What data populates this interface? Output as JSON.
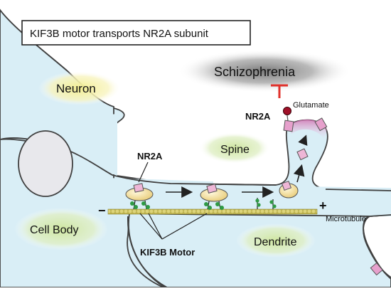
{
  "title": "KIF3B motor transports NR2A subunit",
  "labels": {
    "neuron": "Neuron",
    "schizophrenia": "Schizophrenia",
    "glutamate": "Glutamate",
    "nr2a_spine": "NR2A",
    "nr2a_dendrite": "NR2A",
    "spine": "Spine",
    "cell_body": "Cell Body",
    "dendrite": "Dendrite",
    "microtubule": "Microtubule",
    "minus_end": "−",
    "plus_end": "+",
    "kif3b_motor": "KIF3B Motor"
  },
  "colors": {
    "cytoplasm": "#d9eef6",
    "outline": "#404040",
    "nucleus": "#e8e8ec",
    "vesicle": "#f0dc9a",
    "receptor": "#eeb6d6",
    "membrane_nr2a": "#e6a0cc",
    "microtubule": "#c8c060",
    "motor": "#2e9a45",
    "glutamate": "#a01028",
    "inhibit": "#e0302a",
    "glow_yellow": "#f7f2a8",
    "glow_green": "#d8ecb0",
    "glow_gray": "#8a8a8a"
  },
  "icons": [
    "nr2a-receptor-icon",
    "transport-vesicle-icon",
    "kif3b-motor-icon",
    "glutamate-icon",
    "inhibition-icon",
    "transport-arrow-icon"
  ]
}
